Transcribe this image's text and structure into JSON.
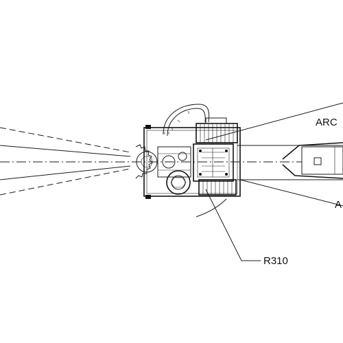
{
  "labels": {
    "arc_top": "ARC",
    "radius": "R310",
    "arc_bottom": "A"
  }
}
